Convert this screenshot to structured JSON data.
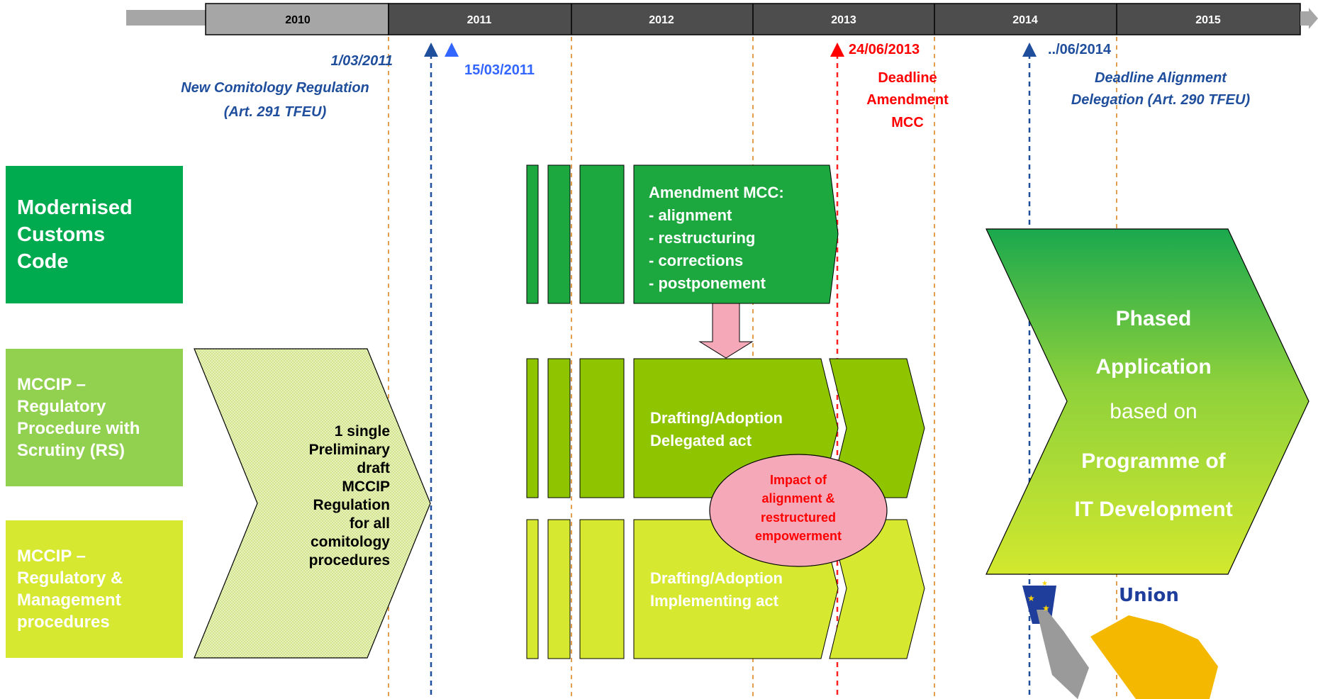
{
  "timeline": {
    "years": [
      "2010",
      "2011",
      "2012",
      "2013",
      "2014",
      "2015"
    ],
    "markers": [
      {
        "date": "1/03/2011",
        "lines": [
          "New Comitology Regulation",
          "(Art. 291 TFEU)"
        ],
        "color": "#1f4e9c"
      },
      {
        "date": "15/03/2011",
        "lines": [],
        "color": "#3366ff"
      },
      {
        "date": "24/06/2013",
        "lines": [
          "Deadline",
          "Amendment",
          "MCC"
        ],
        "color": "#ff0000"
      },
      {
        "date": "../06/2014",
        "lines": [
          "Deadline Alignment",
          "Delegation (Art. 290 TFEU)"
        ],
        "color": "#1f4e9c"
      }
    ]
  },
  "rows": [
    {
      "lines": [
        "Modernised",
        "Customs",
        "Code"
      ],
      "color": "#00aa4f"
    },
    {
      "lines": [
        "MCCIP –",
        "Regulatory",
        "Procedure with",
        "Scrutiny (RS)"
      ],
      "color": "#92d050"
    },
    {
      "lines": [
        "MCCIP –",
        "Regulatory &",
        "Management",
        "procedures"
      ],
      "color": "#d7e831"
    }
  ],
  "preliminary": {
    "lines": [
      "1 single",
      "Preliminary",
      "draft",
      "MCCIP",
      "Regulation",
      "for all",
      "comitology",
      "procedures"
    ]
  },
  "mcc_box": {
    "lines": [
      "Amendment MCC:",
      "- alignment",
      "- restructuring",
      "- corrections",
      "- postponement"
    ]
  },
  "delegated_box": {
    "lines": [
      "Drafting/Adoption",
      "Delegated act"
    ]
  },
  "implementing_box": {
    "lines": [
      "Drafting/Adoption",
      "Implementing act"
    ]
  },
  "impact": {
    "lines": [
      "Impact of",
      "alignment &",
      "restructured",
      "empowerment"
    ]
  },
  "phased": {
    "lines": [
      "Phased",
      "Application",
      "based on",
      "Programme of",
      "IT Development"
    ]
  },
  "logo": {
    "text": "Union"
  }
}
